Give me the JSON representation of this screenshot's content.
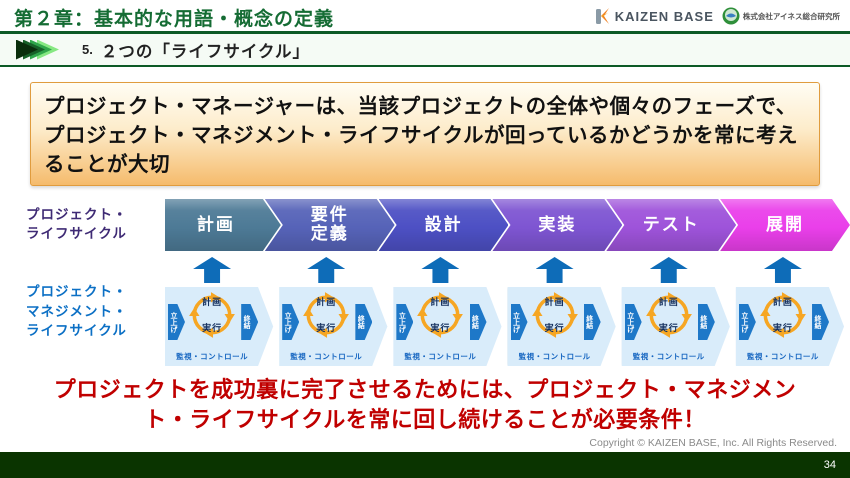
{
  "header": {
    "title": "第２章：基本的な用語・概念の定義",
    "kaizen_logo_text": "KAIZEN BASE",
    "ines_logo_text": "株式会社アイネス総合研究所"
  },
  "section": {
    "number": "5.",
    "title": "２つの「ライフサイクル」"
  },
  "highlight_box": {
    "text": "プロジェクト・マネージャーは、当該プロジェクトの全体や個々のフェーズで、プロジェクト・マネジメント・ライフサイクルが回っているかどうかを常に考えることが大切"
  },
  "lifecycle": {
    "label": "プロジェクト・\nライフサイクル",
    "phases": [
      {
        "label": "計画",
        "color": "#4d7a96"
      },
      {
        "label": "要件\n定義",
        "color": "#5663b8"
      },
      {
        "label": "設計",
        "color": "#4d50c4"
      },
      {
        "label": "実装",
        "color": "#7e55d2"
      },
      {
        "label": "テスト",
        "color": "#9e53da"
      },
      {
        "label": "展開",
        "color": "#ea3fea"
      }
    ]
  },
  "pm_lifecycle": {
    "label": "プロジェクト・\nマネジメント・\nライフサイクル",
    "unit_count": 6,
    "cycle": {
      "start": "立上げ",
      "plan": "計画",
      "execute": "実行",
      "close": "終結",
      "monitor": "監視・コントロール"
    }
  },
  "conclusion": {
    "text": "プロジェクトを成功裏に完了させるためには、プロジェクト・マネジメント・ライフサイクルを常に回し続けることが必要条件！"
  },
  "footer": {
    "copyright": "Copyright ©  KAIZEN BASE, Inc.  All Rights Reserved.",
    "page_number": "34"
  },
  "colors": {
    "title_green": "#156c34",
    "bar_green": "#0c5a26",
    "box_border_orange": "#e09c3e",
    "lifecycle_label_purple": "#3f2b75",
    "pm_label_blue": "#0c70c5",
    "up_arrow_blue": "#0e6cb8",
    "cycle_orange": "#f6a623",
    "conclusion_red": "#c00000",
    "footer_green": "#0a3400"
  }
}
